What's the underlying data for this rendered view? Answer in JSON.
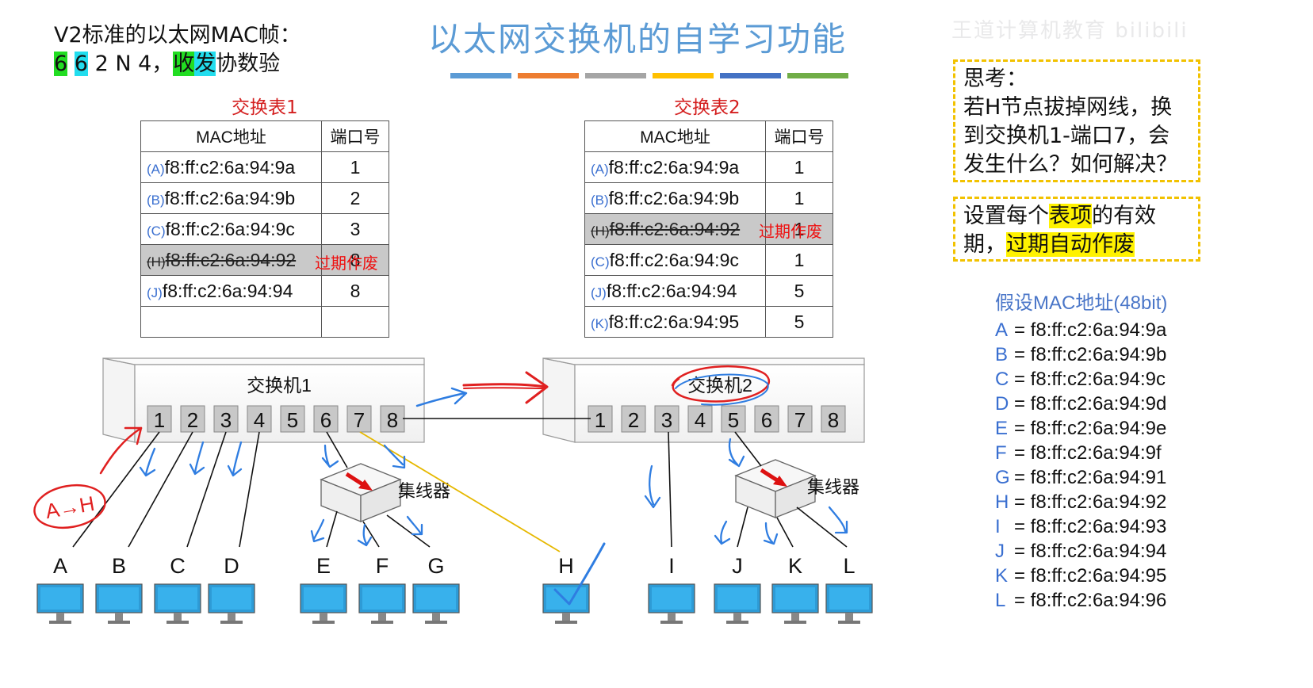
{
  "watermark": "王道计算机教育 bilibili",
  "title": "以太网交换机的自学习功能",
  "color_bars": [
    "#5b9bd5",
    "#ed7d31",
    "#a5a5a5",
    "#ffc000",
    "#4472c4",
    "#70ad47"
  ],
  "top_left": {
    "line1": "V2标准的以太网MAC帧：",
    "line2": {
      "d1": "6",
      "d2": "6",
      "rest": "2 N 4，",
      "w1": "收",
      "w2": "发",
      "tail": "协数验"
    }
  },
  "table1": {
    "caption": "交换表1",
    "headers": [
      "MAC地址",
      "端口号"
    ],
    "rows": [
      {
        "tag": "(A)",
        "mac": "f8:ff:c2:6a:94:9a",
        "port": "1"
      },
      {
        "tag": "(B)",
        "mac": "f8:ff:c2:6a:94:9b",
        "port": "2"
      },
      {
        "tag": "(C)",
        "mac": "f8:ff:c2:6a:94:9c",
        "port": "3"
      },
      {
        "tag": "(H)",
        "mac": "f8:ff:c2:6a:94:92",
        "port": "8",
        "expired": true
      },
      {
        "tag": "(J)",
        "mac": "f8:ff:c2:6a:94:94",
        "port": "8"
      }
    ],
    "expired_note": "过期作废"
  },
  "table2": {
    "caption": "交换表2",
    "headers": [
      "MAC地址",
      "端口号"
    ],
    "rows": [
      {
        "tag": "(A)",
        "mac": "f8:ff:c2:6a:94:9a",
        "port": "1"
      },
      {
        "tag": "(B)",
        "mac": "f8:ff:c2:6a:94:9b",
        "port": "1"
      },
      {
        "tag": "(H)",
        "mac": "f8:ff:c2:6a:94:92",
        "port": "1",
        "expired": true
      },
      {
        "tag": "(C)",
        "mac": "f8:ff:c2:6a:94:9c",
        "port": "1"
      },
      {
        "tag": "(J)",
        "mac": "f8:ff:c2:6a:94:94",
        "port": "5"
      },
      {
        "tag": "(K)",
        "mac": "f8:ff:c2:6a:94:95",
        "port": "5"
      }
    ],
    "expired_note": "过期作废"
  },
  "think": {
    "title": "思考：",
    "line1": "若H节点拔掉网线，换",
    "line2": "到交换机1-端口7，会",
    "line3": "发生什么？如何解决？"
  },
  "solution": {
    "p1": "设置每个",
    "h1": "表项",
    "p2": "的有效",
    "p3": "期，",
    "h2": "过期自动作废"
  },
  "mac_list": {
    "title": "假设MAC地址(48bit)",
    "items": [
      {
        "key": "A",
        "value": "= f8:ff:c2:6a:94:9a"
      },
      {
        "key": "B",
        "value": "= f8:ff:c2:6a:94:9b"
      },
      {
        "key": "C",
        "value": "= f8:ff:c2:6a:94:9c"
      },
      {
        "key": "D",
        "value": "= f8:ff:c2:6a:94:9d"
      },
      {
        "key": "E",
        "value": "= f8:ff:c2:6a:94:9e"
      },
      {
        "key": "F",
        "value": "= f8:ff:c2:6a:94:9f"
      },
      {
        "key": "G",
        "value": "= f8:ff:c2:6a:94:91"
      },
      {
        "key": "H",
        "value": "= f8:ff:c2:6a:94:92"
      },
      {
        "key": "I",
        "value": "= f8:ff:c2:6a:94:93"
      },
      {
        "key": "J",
        "value": "= f8:ff:c2:6a:94:94"
      },
      {
        "key": "K",
        "value": "= f8:ff:c2:6a:94:95"
      },
      {
        "key": "L",
        "value": "= f8:ff:c2:6a:94:96"
      }
    ]
  },
  "switch1": {
    "label": "交换机1",
    "ports": [
      "1",
      "2",
      "3",
      "4",
      "5",
      "6",
      "7",
      "8"
    ]
  },
  "switch2": {
    "label": "交换机2",
    "ports": [
      "1",
      "2",
      "3",
      "4",
      "5",
      "6",
      "7",
      "8"
    ]
  },
  "hub_label": "集线器",
  "hosts": [
    "A",
    "B",
    "C",
    "D",
    "E",
    "F",
    "G",
    "H",
    "I",
    "J",
    "K",
    "L"
  ],
  "annotation": "A→H"
}
